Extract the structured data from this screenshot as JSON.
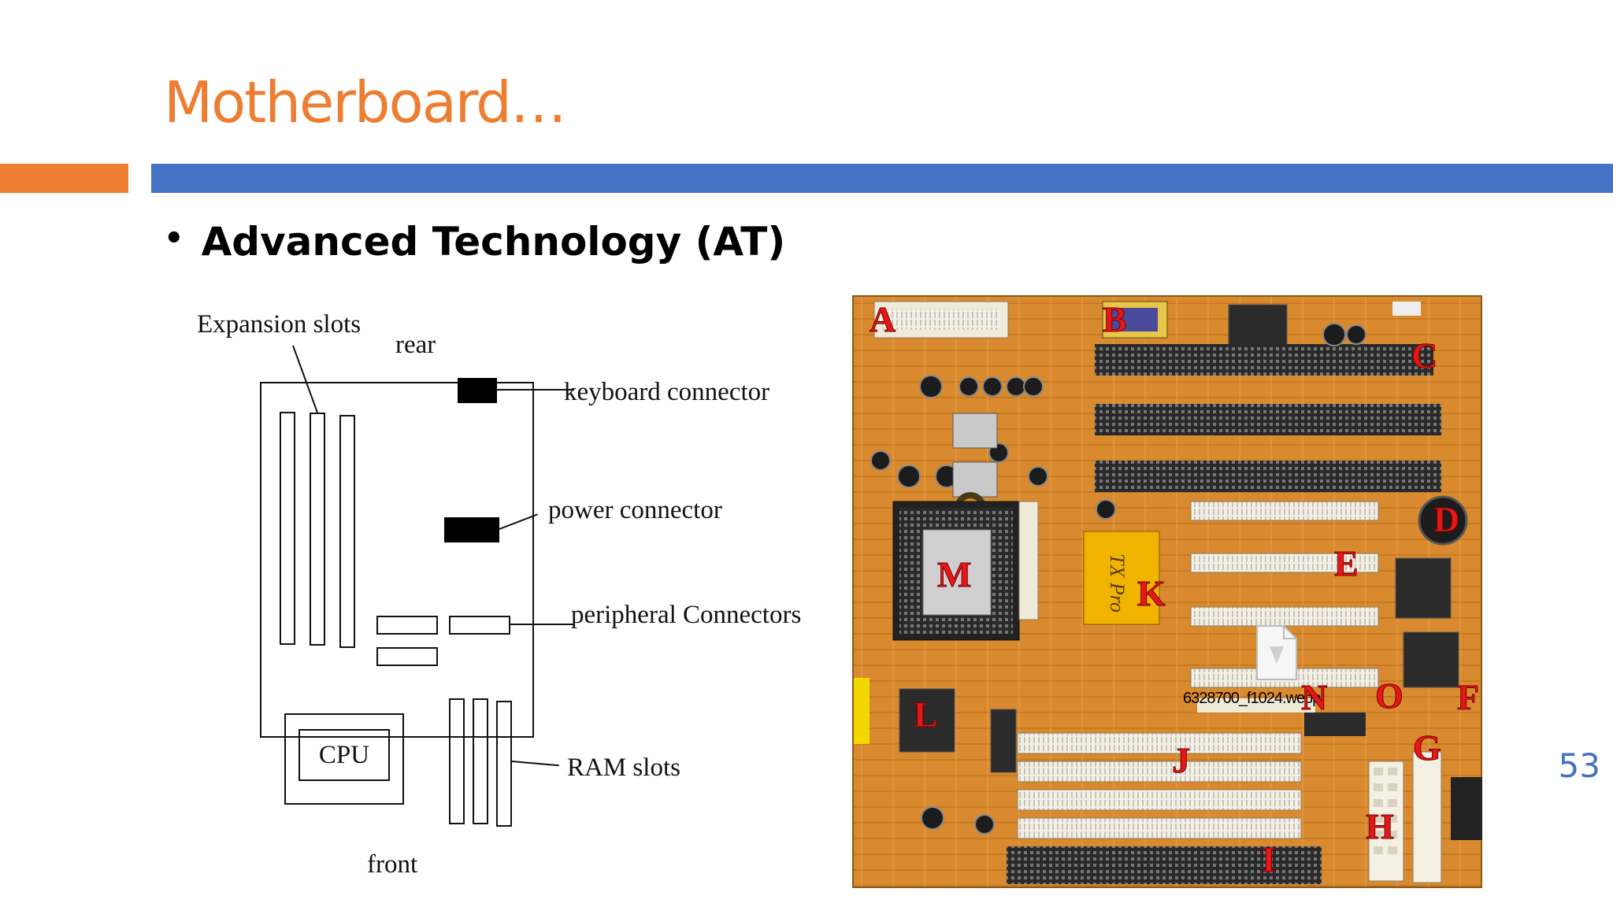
{
  "slide": {
    "title": "Motherboard…",
    "bullet": "Advanced Technology (AT)",
    "page_number": "53",
    "colors": {
      "title": "#ED7D31",
      "accent_orange": "#ED7D31",
      "accent_blue": "#4472C4",
      "page_number": "#4472C4"
    }
  },
  "diagram": {
    "labels": {
      "expansion_slots": "Expansion slots",
      "rear": "rear",
      "keyboard_connector": "keyboard connector",
      "power_connector": "power connector",
      "peripheral_connectors": "peripheral Connectors",
      "cpu": "CPU",
      "ram_slots": "RAM slots",
      "front": "front"
    }
  },
  "photo": {
    "letters": [
      "A",
      "B",
      "C",
      "D",
      "E",
      "F",
      "G",
      "H",
      "I",
      "J",
      "K",
      "L",
      "M",
      "N",
      "O"
    ],
    "chip_text": "TX Pro",
    "file_caption": "6328700_f1024.webp"
  }
}
